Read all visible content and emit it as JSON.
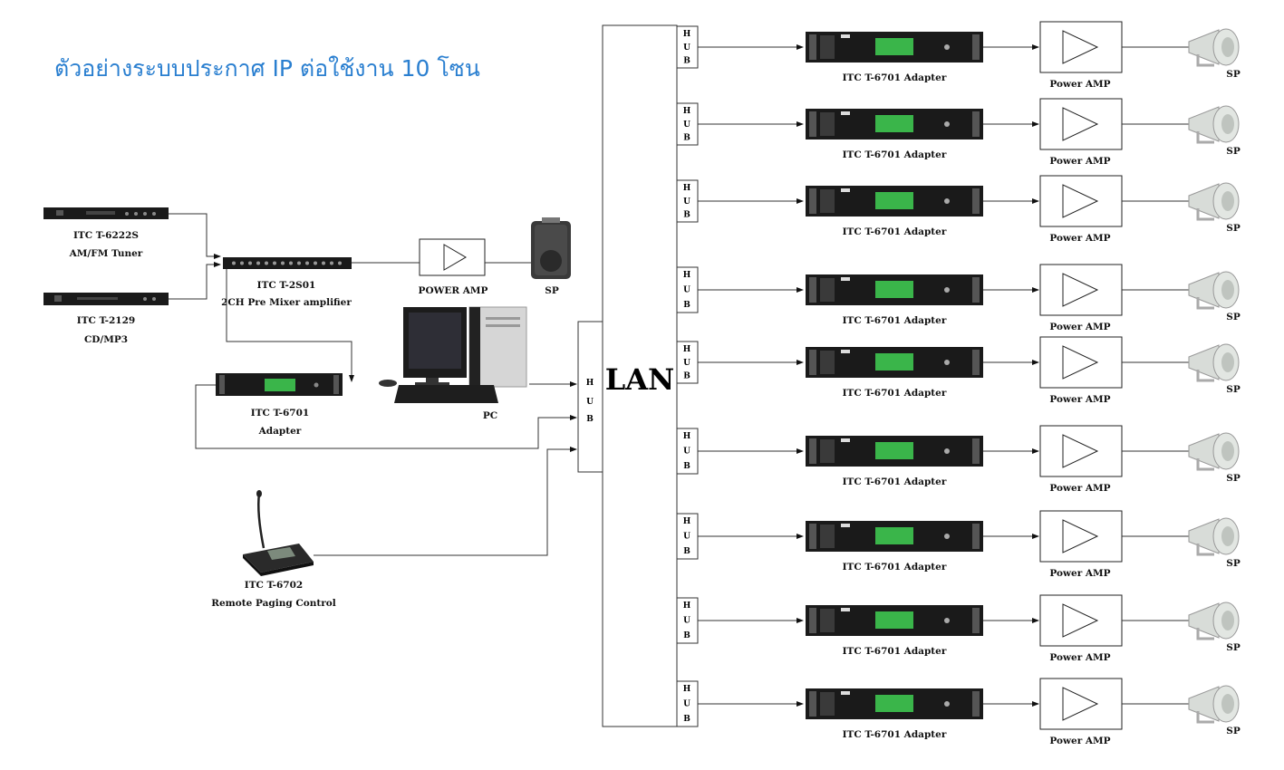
{
  "title": "ตัวอย่างระบบประกาศ IP ต่อใช้งาน 10 โซน",
  "sources": {
    "tuner": {
      "model": "ITC T-6222S",
      "desc": "AM/FM Tuner"
    },
    "cd": {
      "model": "ITC T-2129",
      "desc": "CD/MP3"
    },
    "mixer": {
      "model": "ITC T-2S01",
      "desc": "2CH Pre Mixer amplifier"
    },
    "local_amp": "POWER AMP",
    "local_sp": "SP",
    "pc": "PC",
    "adapter": {
      "model": "ITC T-6701",
      "desc": "Adapter"
    },
    "paging": {
      "model": "ITC T-6702",
      "desc": "Remote Paging Control"
    }
  },
  "network": {
    "lan_label": "LAN",
    "hub_letters": [
      "H",
      "U",
      "B"
    ]
  },
  "zone_labels": {
    "adapter": "ITC T-6701 Adapter",
    "amp": "Power AMP",
    "speaker": "SP"
  },
  "zone_count": 9,
  "colors": {
    "title": "#2a7fd0",
    "screen": "#3ab54a",
    "device": "#1a1a1a"
  }
}
